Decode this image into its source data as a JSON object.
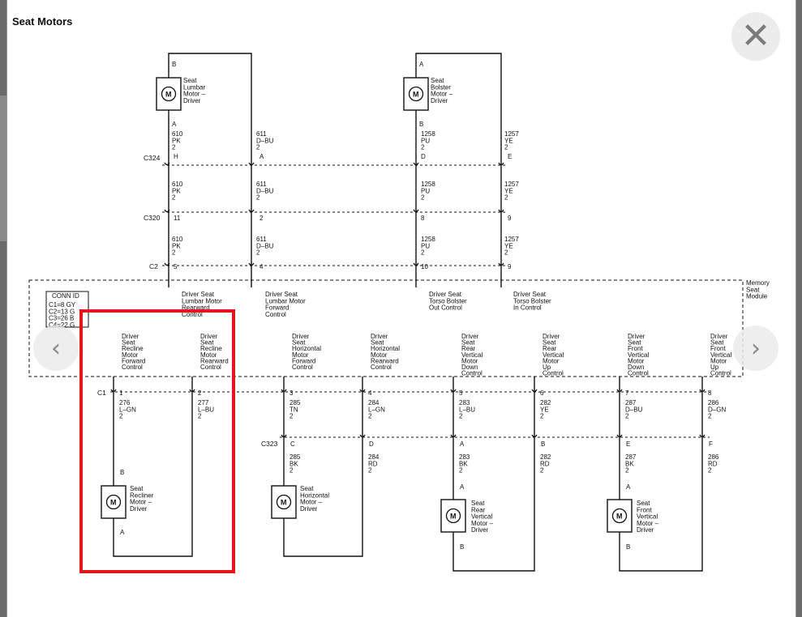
{
  "title": "Seat Motors",
  "colors": {
    "highlight": "#e8141b",
    "wire": "#111111"
  },
  "icons": {
    "close": "close-icon",
    "prev": "chevron-left-icon",
    "next": "chevron-right-icon"
  },
  "close_glyph": "✕",
  "prev_glyph": "‹",
  "next_glyph": "›",
  "connectors": {
    "c324": "C324",
    "c320": "C320",
    "c2": "C2",
    "c1": "C1",
    "c323": "C323"
  },
  "module": {
    "l1": "Memory",
    "l2": "Seat",
    "l3": "Module"
  },
  "conn_id": {
    "header": "CONN ID",
    "r1": "C1=8 GY",
    "r2": "C2=13 G",
    "r3": "C3=26 B",
    "r4": "C4=22 G"
  },
  "motor_letter": "M",
  "pins": {
    "lumbar_top": "B",
    "lumbar_bot": "A",
    "bolster_top": "A",
    "bolster_bot": "B",
    "c324": [
      "H",
      "A",
      "D",
      "E"
    ],
    "c320": [
      "11",
      "2",
      "8",
      "9"
    ],
    "c2": [
      "5",
      "4",
      "10",
      "9"
    ],
    "c1": [
      "1",
      "2",
      "3",
      "4",
      "5",
      "6",
      "7",
      "8"
    ],
    "c323": [
      "C",
      "D",
      "A",
      "B",
      "E",
      "F"
    ],
    "recliner_top": "B",
    "recliner_bot": "A",
    "rear_top": "A",
    "rear_bot": "B",
    "front_top": "A",
    "front_bot": "B"
  },
  "motors": {
    "lumbar": [
      "Seat",
      "Lumbar",
      "Motor –",
      "Driver"
    ],
    "bolster": [
      "Seat",
      "Bolster",
      "Motor –",
      "Driver"
    ],
    "recliner": [
      "Seat",
      "Recliner",
      "Motor –",
      "Driver"
    ],
    "horizontal": [
      "Seat",
      "Horizontal",
      "Motor –",
      "Driver"
    ],
    "rear_vertical": [
      "Seat",
      "Rear",
      "Vertical",
      "Motor –",
      "Driver"
    ],
    "front_vertical": [
      "Seat",
      "Front",
      "Vertical",
      "Motor –",
      "Driver"
    ]
  },
  "wires_upper": {
    "w610": [
      "610",
      "PK",
      "2"
    ],
    "w611": [
      "611",
      "D–BU",
      "2"
    ],
    "w1258": [
      "1258",
      "PU",
      "2"
    ],
    "w1257": [
      "1257",
      "YE",
      "2"
    ]
  },
  "wires_c1": [
    [
      "276",
      "L–GN",
      "2"
    ],
    [
      "277",
      "L–BU",
      "2"
    ],
    [
      "285",
      "TN",
      "2"
    ],
    [
      "284",
      "L–GN",
      "2"
    ],
    [
      "283",
      "L–BU",
      "2"
    ],
    [
      "282",
      "YE",
      "2"
    ],
    [
      "287",
      "D–BU",
      "2"
    ],
    [
      "286",
      "D–GN",
      "2"
    ]
  ],
  "wires_c323": [
    [
      "285",
      "BK",
      "2"
    ],
    [
      "284",
      "RD",
      "2"
    ],
    [
      "283",
      "BK",
      "2"
    ],
    [
      "282",
      "RD",
      "2"
    ],
    [
      "287",
      "BK",
      "2"
    ],
    [
      "286",
      "RD",
      "2"
    ]
  ],
  "switches_top": [
    [
      "Driver Seat",
      "Lumbar Motor",
      "Rearward",
      "Control"
    ],
    [
      "Driver Seat",
      "Lumbar Motor",
      "Forward",
      "Control"
    ],
    [
      "Driver Seat",
      "Torso Bolster",
      "Out Control"
    ],
    [
      "Driver Seat",
      "Torso Bolster",
      "In Control"
    ]
  ],
  "switches_bottom": [
    [
      "Driver",
      "Seat",
      "Recline",
      "Motor",
      "Forward",
      "Control"
    ],
    [
      "Driver",
      "Seat",
      "Recline",
      "Motor",
      "Rearward",
      "Control"
    ],
    [
      "Driver",
      "Seat",
      "Horizontal",
      "Motor",
      "Forward",
      "Control"
    ],
    [
      "Driver",
      "Seat",
      "Horizontal",
      "Motor",
      "Rearward",
      "Control"
    ],
    [
      "Driver",
      "Seat",
      "Rear",
      "Vertical",
      "Motor",
      "Down",
      "Control"
    ],
    [
      "Driver",
      "Seat",
      "Rear",
      "Vertical",
      "Motor",
      "Up",
      "Control"
    ],
    [
      "Driver",
      "Seat",
      "Front",
      "Vertical",
      "Motor",
      "Down",
      "Control"
    ],
    [
      "Driver",
      "Seat",
      "Front",
      "Vertical",
      "Motor",
      "Up",
      "Control"
    ]
  ]
}
